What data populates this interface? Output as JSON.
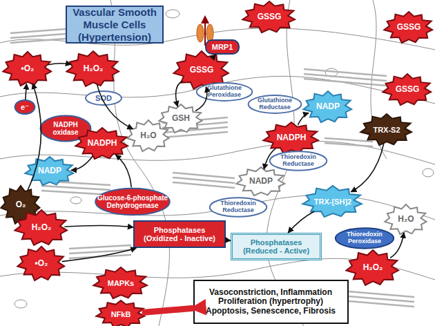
{
  "diagram": {
    "title": "Vascular Smooth Muscle Cells (Hypertension)",
    "nodes": [
      {
        "text": [
          "•O₂"
        ]
      },
      {
        "text": [
          "H₂O₂"
        ]
      },
      {
        "text": [
          "SOD"
        ]
      },
      {
        "text": [
          "e⁻"
        ]
      },
      {
        "text": [
          "NADPH oxidase"
        ]
      },
      {
        "text": [
          "O₂"
        ]
      },
      {
        "text": [
          "H₂O"
        ]
      },
      {
        "text": [
          "NADPH"
        ]
      },
      {
        "text": [
          "NADP"
        ]
      },
      {
        "text": [
          "Glucose-6-phosphate Dehydrogenase"
        ]
      },
      {
        "text": [
          "MRP1"
        ]
      },
      {
        "text": [
          "GSSG"
        ]
      },
      {
        "text": [
          "GSSG"
        ]
      },
      {
        "text": [
          "GSSG"
        ]
      },
      {
        "text": [
          "GSSG"
        ]
      },
      {
        "text": [
          "Glutathione Peroxidase"
        ]
      },
      {
        "text": [
          "Glutathione Reductase"
        ]
      },
      {
        "text": [
          "GSH"
        ]
      },
      {
        "text": [
          "NADP"
        ]
      },
      {
        "text": [
          "NADPH"
        ]
      },
      {
        "text": [
          "Thioredoxin Reductase"
        ]
      },
      {
        "text": [
          "TRX-S2"
        ]
      },
      {
        "text": [
          "NADP"
        ]
      },
      {
        "text": [
          "Thioredoxin Reductase"
        ]
      },
      {
        "text": [
          "TRX-[SH]2"
        ]
      },
      {
        "text": [
          "Thioredoxin Peroxidase"
        ]
      },
      {
        "text": [
          "H₂O"
        ]
      },
      {
        "text": [
          "H₂O₂"
        ]
      },
      {
        "text": [
          "H₂O₂"
        ]
      },
      {
        "text": [
          "Phosphatases (Oxidized - Inactive)"
        ]
      },
      {
        "text": [
          "•O₂"
        ]
      },
      {
        "text": [
          "Phosphatases (Reduced - Active)"
        ]
      },
      {
        "text": [
          "MAPKs"
        ]
      },
      {
        "text": [
          "NFkB"
        ]
      },
      {
        "text": [
          "Vasoconstriction, Inflammation Proliferation (hypertrophy) Apoptosis, Senescence, Fibrosis"
        ]
      }
    ],
    "edges": [
      {
        "from": 5,
        "to": 0,
        "arrow": "to"
      },
      {
        "from": 3,
        "to": 0,
        "arrow": "to"
      },
      {
        "from": 0,
        "to": 1,
        "arrow": "to"
      },
      {
        "from": 1,
        "to": 6,
        "arrow": "to"
      },
      {
        "from": 7,
        "to": 8,
        "arrow": "to"
      },
      {
        "from": 9,
        "to": 7,
        "arrow": "to"
      },
      {
        "from": 11,
        "to": 10,
        "arrow": "to"
      },
      {
        "from": 17,
        "to": 11,
        "arrow": "to"
      },
      {
        "from": 11,
        "to": 17,
        "arrow": "to"
      },
      {
        "from": 19,
        "to": 18,
        "arrow": "to"
      },
      {
        "from": 19,
        "to": 22,
        "arrow": "to"
      },
      {
        "from": 21,
        "to": 24,
        "arrow": "to"
      },
      {
        "from": 24,
        "to": 31,
        "arrow": "to"
      },
      {
        "from": 27,
        "to": 26,
        "arrow": "to"
      },
      {
        "from": 28,
        "to": 29,
        "arrow": "to"
      },
      {
        "from": 30,
        "to": 29,
        "arrow": "to"
      },
      {
        "from": 29,
        "to": 31,
        "arrow": "to"
      },
      {
        "from": 33,
        "to": 34,
        "arrow": "to"
      }
    ]
  }
}
